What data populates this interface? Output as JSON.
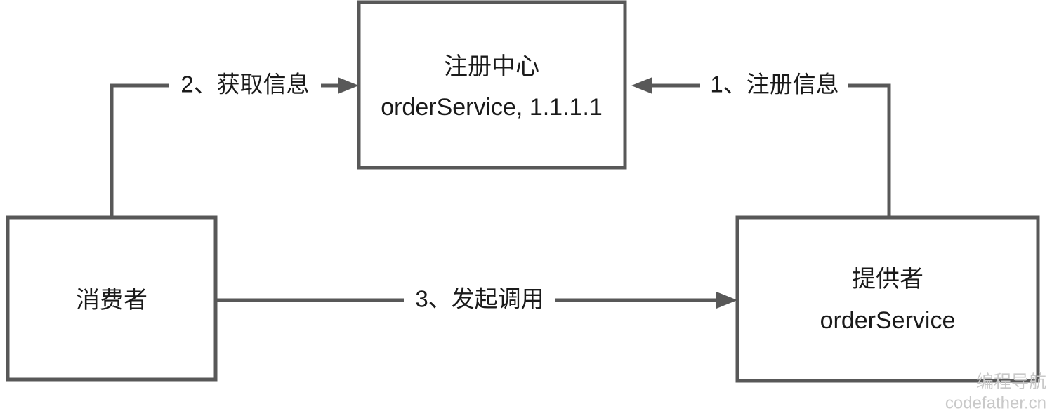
{
  "diagram": {
    "title": "service-registry-discovery-flow",
    "background_color": "#ffffff",
    "stroke_color": "#585858",
    "text_color": "#1a1a1a",
    "nodes": [
      {
        "id": "registry",
        "name": "registry-center-node",
        "line1": "注册中心",
        "line2": "orderService, 1.1.1.1"
      },
      {
        "id": "consumer",
        "name": "consumer-node",
        "line1": "消费者",
        "line2": ""
      },
      {
        "id": "provider",
        "name": "provider-node",
        "line1": "提供者",
        "line2": "orderService"
      }
    ],
    "edges": [
      {
        "id": "edge-register",
        "label": "1、注册信息",
        "from": "provider",
        "to": "registry"
      },
      {
        "id": "edge-fetch",
        "label": "2、获取信息",
        "from": "consumer",
        "to": "registry"
      },
      {
        "id": "edge-invoke",
        "label": "3、发起调用",
        "from": "consumer",
        "to": "provider"
      }
    ]
  },
  "watermark": {
    "main": "编程导航",
    "sub": "codefather.cn",
    "color": "#c9c9c9"
  }
}
